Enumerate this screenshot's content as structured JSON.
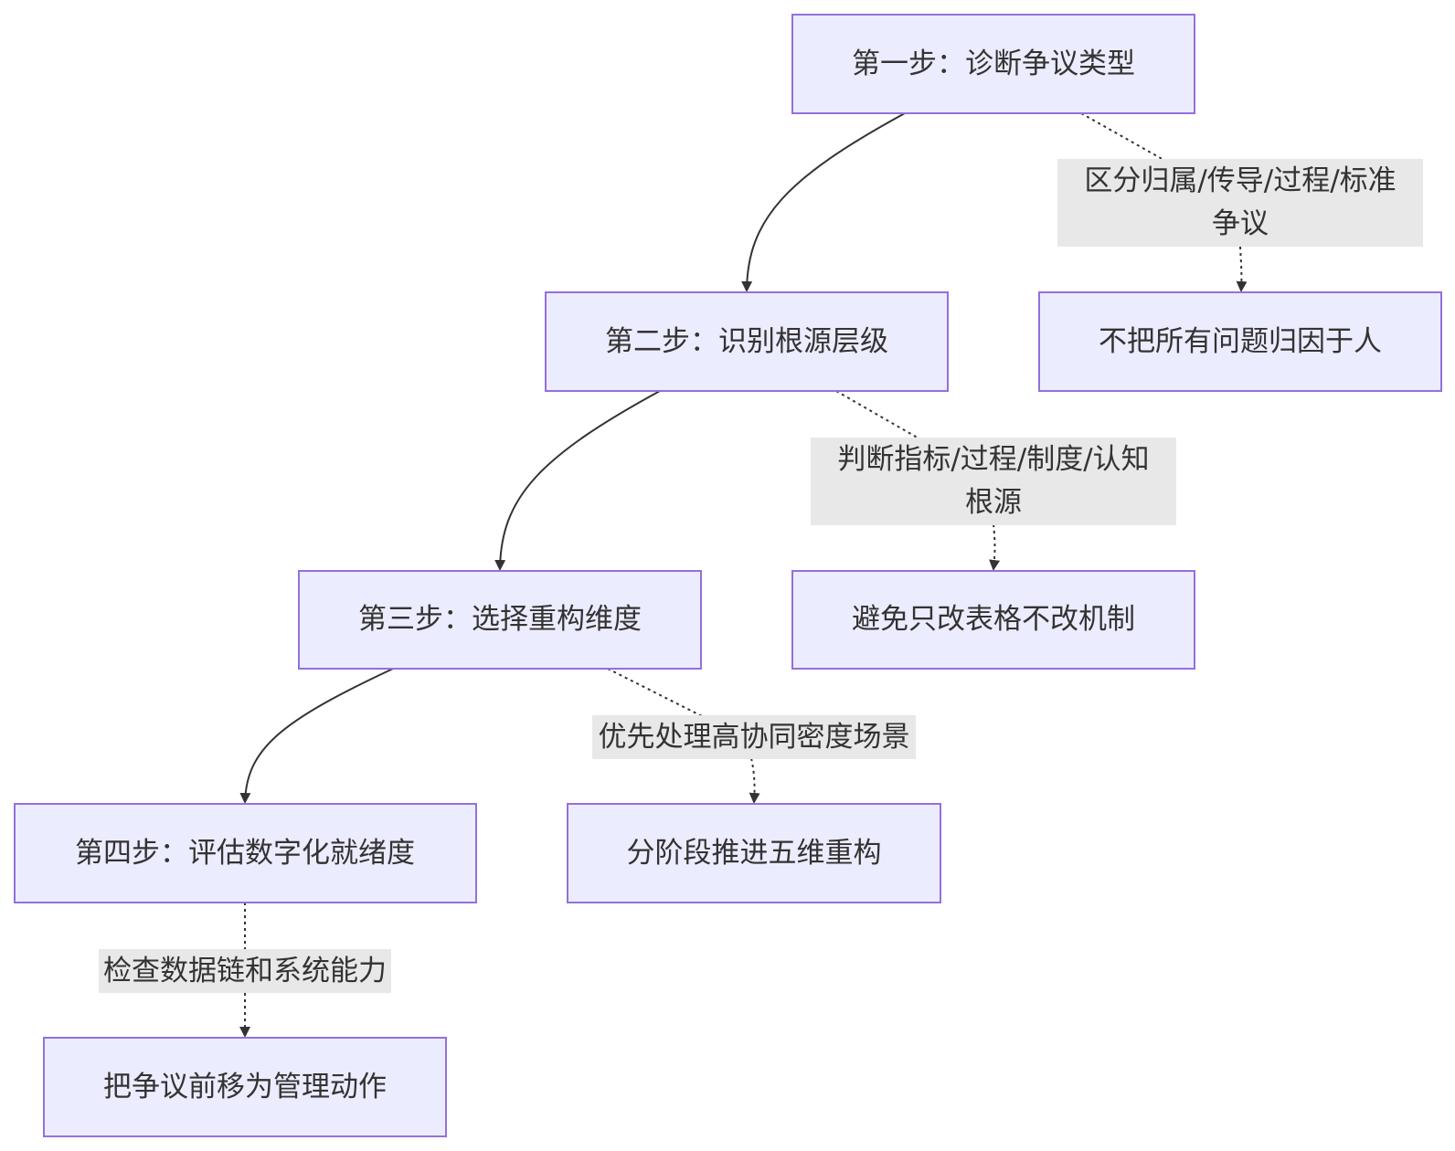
{
  "colors": {
    "node_fill": "#ececff",
    "node_border": "#9370db",
    "edge": "#333333",
    "label_background": "#e8e8e8",
    "text": "#333333"
  },
  "steps": {
    "step1": "第一步：诊断争议类型",
    "step2": "第二步：识别根源层级",
    "step3": "第三步：选择重构维度",
    "step4": "第四步：评估数字化就绪度"
  },
  "outcomes": {
    "outcome1": "不把所有问题归因于人",
    "outcome2": "避免只改表格不改机制",
    "outcome3": "分阶段推进五维重构",
    "outcome4": "把争议前移为管理动作"
  },
  "edge_labels": {
    "label1": [
      "区分归属/传导/过程/标准",
      "争议"
    ],
    "label2": [
      "判断指标/过程/制度/认知",
      "根源"
    ],
    "label3": [
      "优先处理高协同密度场景"
    ],
    "label4": [
      "检查数据链和系统能力"
    ]
  }
}
